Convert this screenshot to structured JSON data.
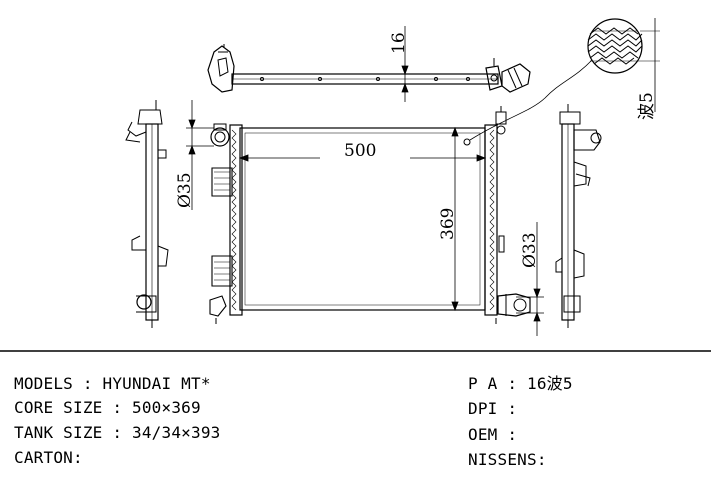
{
  "drawing": {
    "dimensions": {
      "fin_pitch_height": "16",
      "fin_wave": "波5",
      "core_width": "500",
      "core_height": "369",
      "inlet_diameter": "Ø35",
      "outlet_diameter": "Ø33"
    }
  },
  "specs": {
    "models": "MODELS : HYUNDAI MT*",
    "core_size": "CORE SIZE : 500×369",
    "tank_size": "TANK SIZE : 34/34×393",
    "carton": "CARTON:",
    "pa": "P A : 16波5",
    "dpi": "DPI :",
    "oem": "OEM :",
    "nissens": "NISSENS:"
  }
}
